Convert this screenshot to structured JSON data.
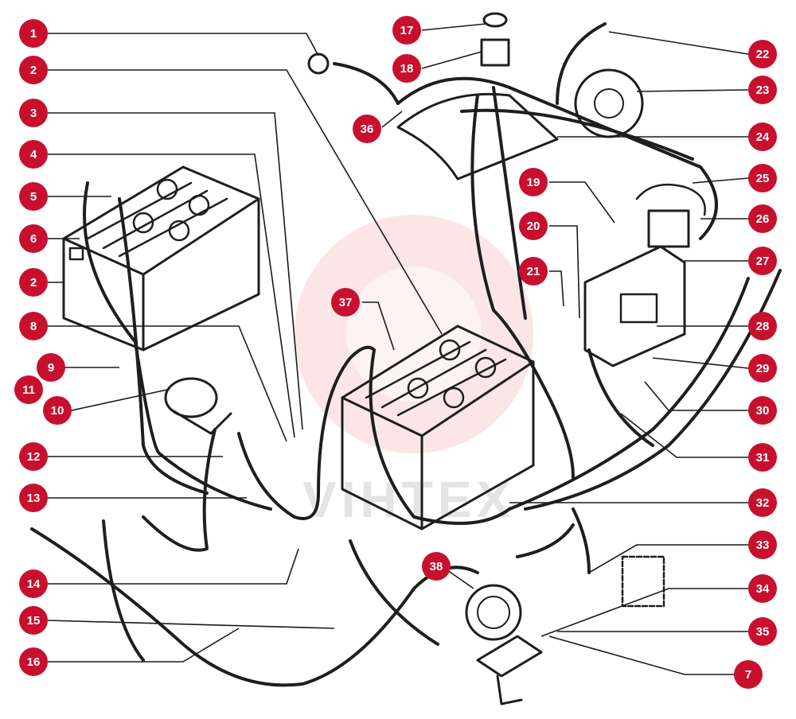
{
  "diagram": {
    "callouts": [
      {
        "label": "1"
      },
      {
        "label": "2"
      },
      {
        "label": "3"
      },
      {
        "label": "4"
      },
      {
        "label": "5"
      },
      {
        "label": "6"
      },
      {
        "label": "2"
      },
      {
        "label": "8"
      },
      {
        "label": "9"
      },
      {
        "label": "11"
      },
      {
        "label": "10"
      },
      {
        "label": "12"
      },
      {
        "label": "13"
      },
      {
        "label": "14"
      },
      {
        "label": "15"
      },
      {
        "label": "16"
      },
      {
        "label": "17"
      },
      {
        "label": "18"
      },
      {
        "label": "36"
      },
      {
        "label": "22"
      },
      {
        "label": "23"
      },
      {
        "label": "24"
      },
      {
        "label": "19"
      },
      {
        "label": "25"
      },
      {
        "label": "20"
      },
      {
        "label": "26"
      },
      {
        "label": "21"
      },
      {
        "label": "27"
      },
      {
        "label": "37"
      },
      {
        "label": "28"
      },
      {
        "label": "29"
      },
      {
        "label": "30"
      },
      {
        "label": "31"
      },
      {
        "label": "32"
      },
      {
        "label": "33"
      },
      {
        "label": "38"
      },
      {
        "label": "34"
      },
      {
        "label": "35"
      },
      {
        "label": "7"
      }
    ],
    "watermark_text": "VIHTEX",
    "colors": {
      "callout_fill": "#c8102e",
      "callout_text": "#ffffff",
      "ink": "#1e1e1e"
    }
  }
}
